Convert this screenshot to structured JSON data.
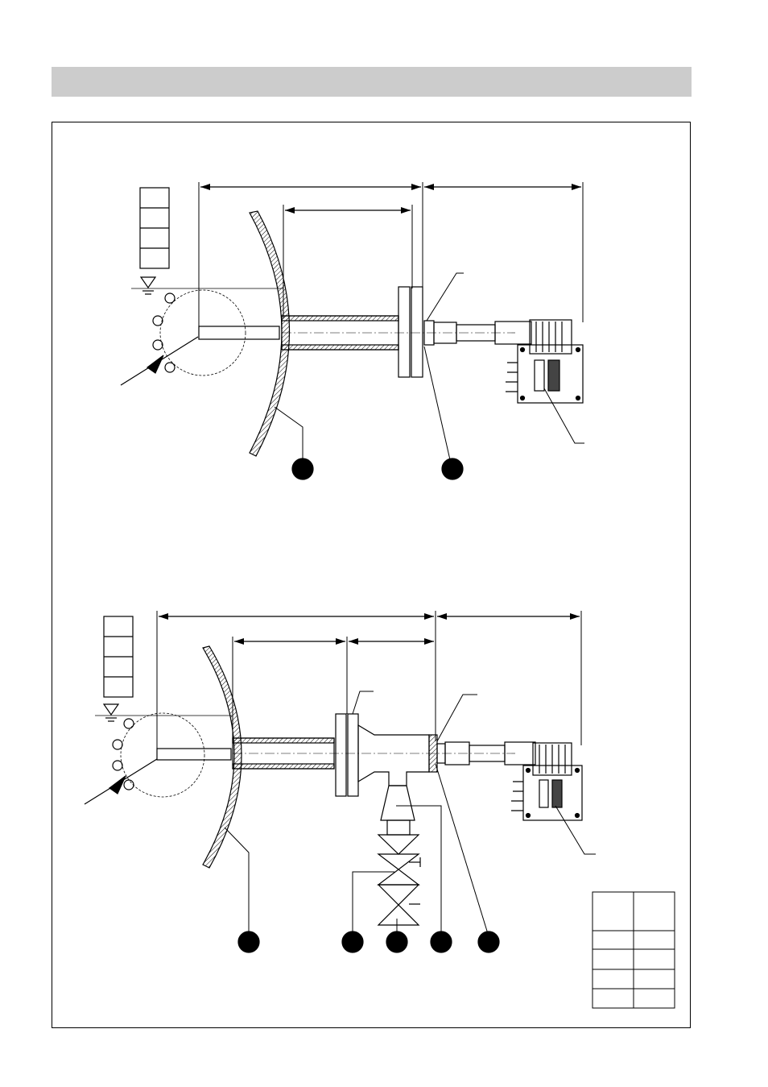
{
  "page": {
    "header_text": "",
    "colors": {
      "line": "#000000",
      "header_bar": "#cccccc",
      "paper": "#ffffff",
      "dark_label": "#444444"
    }
  },
  "figures": [
    {
      "id": "figure-top",
      "callouts": 2,
      "level_table_rows": 4
    },
    {
      "id": "figure-bottom",
      "callouts": 5,
      "level_table_rows": 4,
      "legend_rows": 5
    }
  ]
}
